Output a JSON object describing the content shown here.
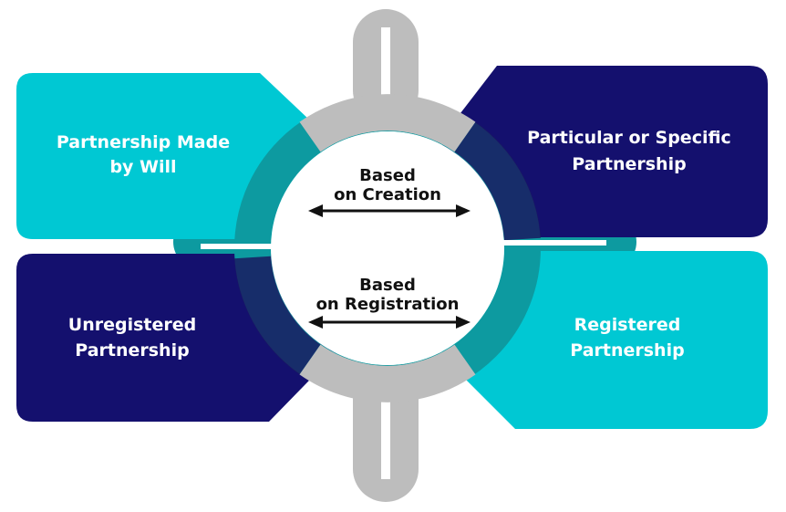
{
  "colors": {
    "cyan": "#00C8D3",
    "navy": "#14106E",
    "gray": "#BDBDBD",
    "teal_ring": "#0D9AA0",
    "ring_dark": "#1A1A60",
    "arrow": "#111111"
  },
  "boxes": {
    "top_left": {
      "line1": "Partnership Made",
      "line2": "by Will"
    },
    "top_right": {
      "line1": "Particular or Specific",
      "line2": "Partnership"
    },
    "bottom_left": {
      "line1": "Unregistered",
      "line2": "Partnership"
    },
    "bottom_right": {
      "line1": "Registered",
      "line2": "Partnership"
    }
  },
  "center": {
    "top": {
      "line1": "Based",
      "line2": "on  Creation"
    },
    "bottom": {
      "line1": "Based",
      "line2": "on  Registration"
    }
  }
}
